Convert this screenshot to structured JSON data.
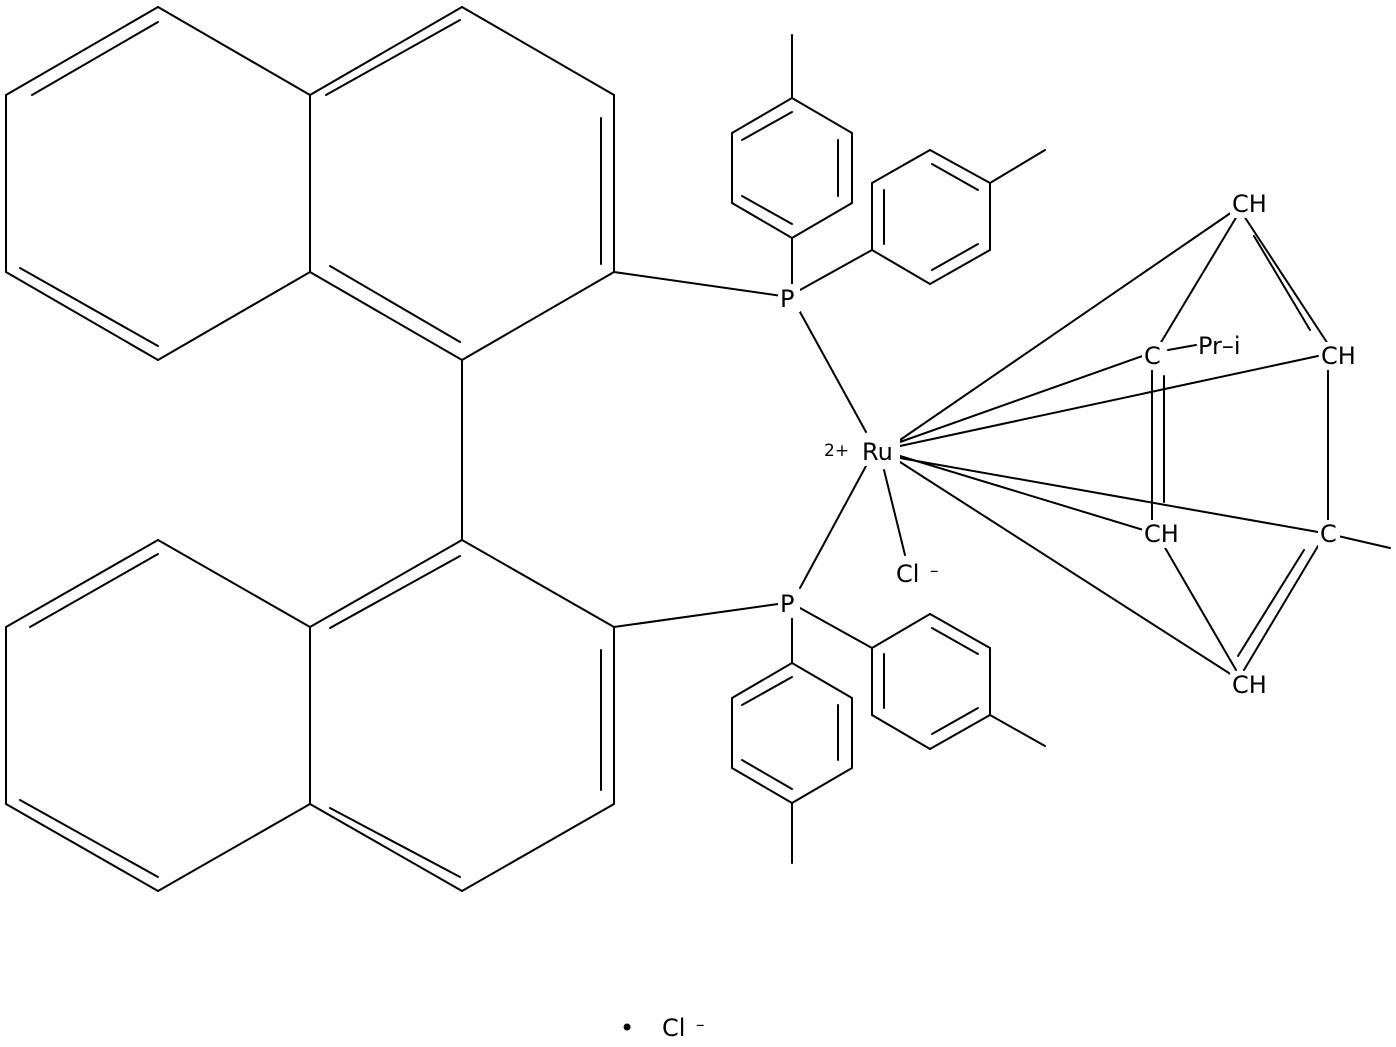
{
  "diagram": {
    "type": "chemical-structure",
    "colors": {
      "bond": "#000000",
      "background": "#ffffff"
    },
    "atoms": {
      "p_top": "P",
      "p_bottom": "P",
      "ru": "Ru",
      "ru_charge": "2+",
      "cl_bound": "Cl",
      "cl_bound_charge": "–",
      "ch_top": "CH",
      "c_ipr": "C",
      "ipr_label": "Pr–i",
      "ch_right_upper": "CH",
      "ch_mid": "CH",
      "c_methyl": "C",
      "ch_bottom": "CH"
    },
    "counterion": {
      "dot": "•",
      "label": "Cl",
      "charge": "–"
    }
  }
}
